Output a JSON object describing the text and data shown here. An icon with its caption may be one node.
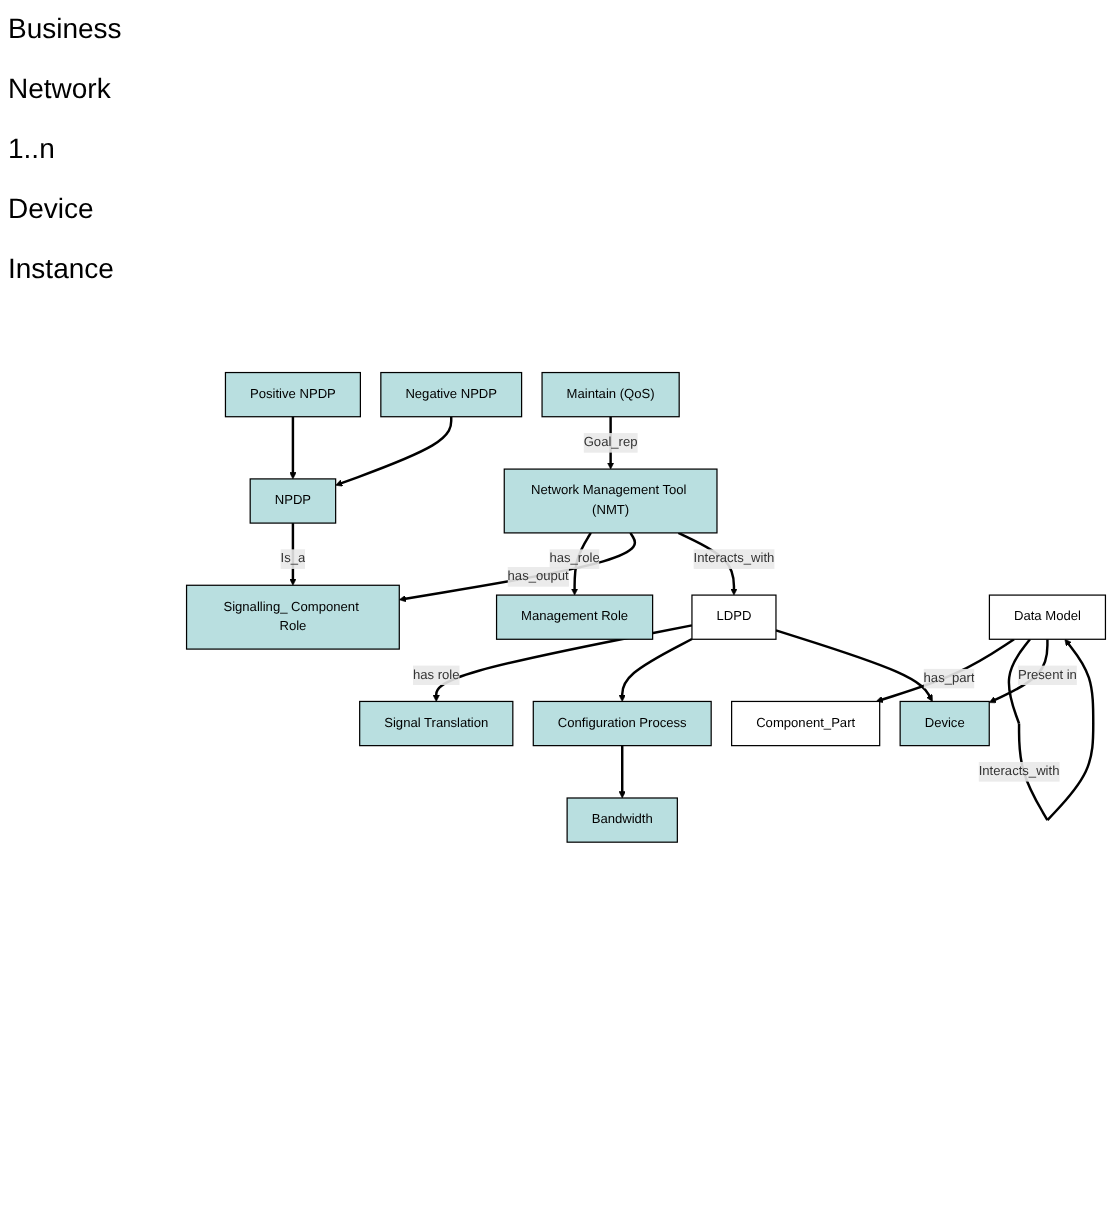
{
  "diagram": {
    "nodes": [
      {
        "text": [
          "Maintain (QoS)"
        ]
      },
      {
        "text": [
          "Signalling_ Component Role"
        ]
      },
      {
        "text": [
          "NPDP"
        ]
      },
      {
        "text": [
          "Management Role"
        ]
      },
      {
        "text": [
          "Positive NPDP"
        ]
      },
      {
        "text": [
          "Negative NPDP"
        ]
      },
      {
        "text": [
          "Network Management Tool (NMT)"
        ]
      },
      {
        "text": [
          "Component_Part"
        ]
      },
      {
        "text": [
          "LDPD"
        ]
      },
      {
        "text": [
          "Data Model"
        ]
      },
      {
        "text": [
          "Signal Translation"
        ]
      },
      {
        "text": [
          "Device"
        ]
      },
      {
        "text": [
          "Configuration Process"
        ]
      },
      {
        "text": [
          "Bandwidth"
        ]
      }
    ],
    "edges": [
      {
        "from": 0,
        "to": 6,
        "arrow": "to",
        "label": "Goal_rep"
      },
      {
        "from": 6,
        "to": 3,
        "arrow": "to",
        "label": "has_role"
      },
      {
        "from": 6,
        "to": 1,
        "arrow": "to",
        "label": "has_ouput"
      },
      {
        "from": 2,
        "to": 1,
        "arrow": "to",
        "label": "Is_a"
      },
      {
        "from": 4,
        "to": 2,
        "arrow": "to"
      },
      {
        "from": 5,
        "to": 2,
        "arrow": "to"
      },
      {
        "from": 6,
        "to": 8,
        "arrow": "to",
        "label": "Interacts_with"
      },
      {
        "from": 9,
        "to": 7,
        "arrow": "to",
        "label": "has_part"
      },
      {
        "from": 9,
        "to": 9,
        "arrow": "to",
        "label": "Interacts_with"
      },
      {
        "from": 8,
        "to": 10,
        "arrow": "to",
        "label": "has role"
      },
      {
        "from": 8,
        "to": 12,
        "arrow": "to"
      },
      {
        "from": 8,
        "to": 11,
        "arrow": "to"
      },
      {
        "from": 9,
        "to": 11,
        "arrow": "to",
        "label": "Present in"
      },
      {
        "from": 12,
        "to": 13,
        "arrow": "to"
      }
    ],
    "labels": [
      "Business",
      "Network",
      "1..n",
      "Device",
      "Instance"
    ]
  }
}
